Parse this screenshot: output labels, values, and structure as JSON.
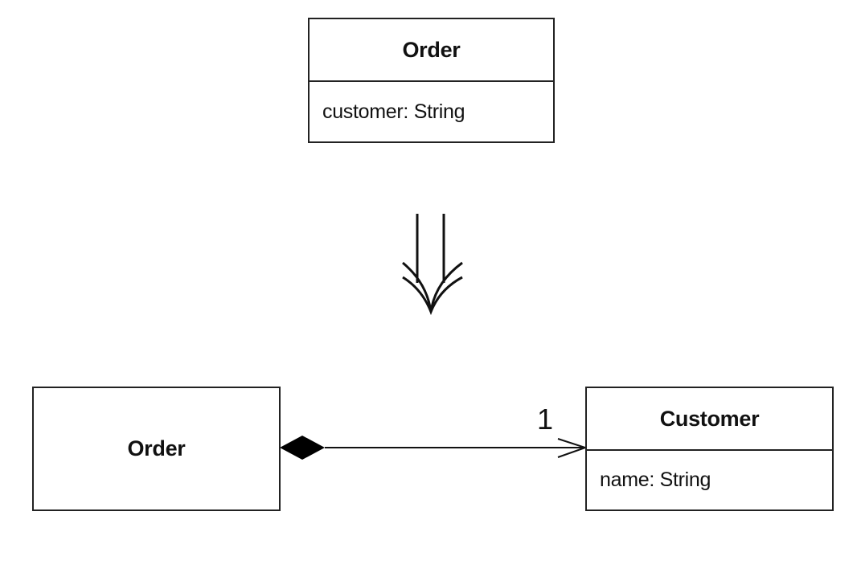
{
  "before": {
    "class_name": "Order",
    "attributes": [
      "customer: String"
    ]
  },
  "transform_arrow": {
    "icon": "double-down-arrow-icon"
  },
  "after": {
    "order_class": {
      "class_name": "Order"
    },
    "customer_class": {
      "class_name": "Customer",
      "attributes": [
        "name: String"
      ]
    },
    "association": {
      "type": "composition",
      "source_end": "filled-diamond",
      "target_end": "open-arrowhead",
      "multiplicity": "1"
    }
  }
}
